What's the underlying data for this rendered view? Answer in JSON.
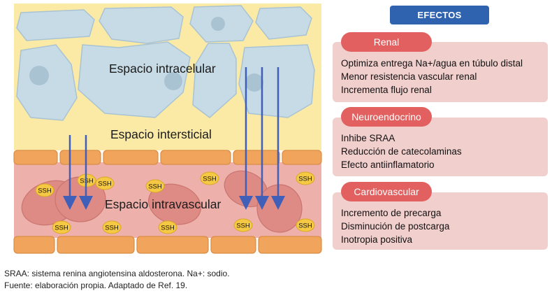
{
  "diagram": {
    "labels": {
      "intracellular": "Espacio intracelular",
      "interstitial": "Espacio intersticial",
      "intravascular": "Espacio intravascular"
    },
    "ssh_label": "SSH"
  },
  "effects": {
    "title": "EFECTOS",
    "groups": [
      {
        "name": "Renal",
        "items": [
          "Optimiza entrega Na+/agua en túbulo distal",
          "Menor resistencia vascular renal",
          "Incrementa flujo renal"
        ]
      },
      {
        "name": "Neuroendocrino",
        "items": [
          "Inhibe SRAA",
          "Reducción de catecolaminas",
          "Efecto antiinflamatorio"
        ]
      },
      {
        "name": "Cardiovascular",
        "items": [
          "Incremento de precarga",
          "Disminución de postcarga",
          "Inotropia positiva"
        ]
      }
    ]
  },
  "footnote": {
    "line1": "SRAA: sistema renina angiotensina aldosterona. Na+: sodio.",
    "line2": "Fuente: elaboración propia. Adaptado de Ref. 19."
  },
  "colors": {
    "interstitial": "#fbeaa6",
    "cell": "#c6dbe6",
    "vessel": "#eeb0ab",
    "endothelium": "#f1a45c",
    "arrow": "#3f5fb8",
    "ssh": "#f6c944",
    "pill": "#e2605f",
    "card": "#f1cfcd",
    "title": "#2f63b0"
  }
}
